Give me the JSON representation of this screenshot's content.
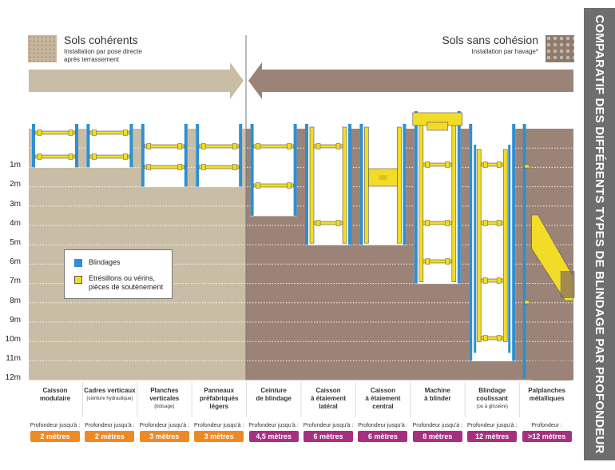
{
  "title": "COMPARATIF DES DIFFÉRENTS TYPES DE BLINDAGE PAR PROFONDEUR",
  "left_header": {
    "title": "Sols cohérents",
    "subtitle_line1": "Installation par pose directe",
    "subtitle_line2": "après terrassement"
  },
  "right_header": {
    "title": "Sols sans cohésion",
    "subtitle": "Installation par havage*"
  },
  "depth_labels": [
    "1m",
    "2m",
    "3m",
    "4m",
    "5m",
    "6m",
    "7m",
    "8m",
    "9m",
    "10m",
    "11m",
    "12m"
  ],
  "legend": {
    "blindage": "Blindages",
    "etresillons_line1": "Etrésillons ou vérins,",
    "etresillons_line2": "pièces de soutènement"
  },
  "columns": [
    {
      "name1": "Caisson",
      "name2": "modulaire",
      "note": "",
      "prof_label": "Profondeur jusqu'à :",
      "value": "2 mètres",
      "depth": 2
    },
    {
      "name1": "Cadres verticaux",
      "name2": "",
      "note": "(ceinture hydraulique)",
      "prof_label": "Profondeur jusqu'à :",
      "value": "2 mètres",
      "depth": 2
    },
    {
      "name1": "Planches",
      "name2": "verticales",
      "note": "(boisage)",
      "prof_label": "Profondeur jusqu'à :",
      "value": "3 mètres",
      "depth": 3
    },
    {
      "name1": "Panneaux",
      "name2": "préfabriqués légers",
      "note": "",
      "prof_label": "Profondeur jusqu'à :",
      "value": "3 mètres",
      "depth": 3
    },
    {
      "name1": "Ceinture",
      "name2": "de blindage",
      "note": "",
      "prof_label": "Profondeur jusqu'à :",
      "value": "4,5 mètres",
      "depth": 4.5
    },
    {
      "name1": "Caisson",
      "name2": "à étaiement latéral",
      "note": "",
      "prof_label": "Profondeur jusqu'à :",
      "value": "6 mètres",
      "depth": 6
    },
    {
      "name1": "Caisson",
      "name2": "à étaiement central",
      "note": "",
      "prof_label": "Profondeur jusqu'à :",
      "value": "6 mètres",
      "depth": 6
    },
    {
      "name1": "Machine",
      "name2": "à blinder",
      "note": "",
      "prof_label": "Profondeur jusqu'à :",
      "value": "8 mètres",
      "depth": 8
    },
    {
      "name1": "Blindage",
      "name2": "coulissant",
      "note": "(ou à glissière)",
      "prof_label": "Profondeur jusqu'à :",
      "value": "12 mètres",
      "depth": 12
    },
    {
      "name1": "Palplanches",
      "name2": "métalliques",
      "note": "",
      "prof_label": "Profondeur :",
      "value": ">12 mètres",
      "depth": 12
    }
  ],
  "colors": {
    "cohesive": "#c9bda6",
    "non_cohesive": "#9b8477",
    "blue": "#2f8fd0",
    "yellow": "#f3dc28",
    "orange": "#ee8a25",
    "magenta": "#a6307f",
    "title_bg": "#6e6e6e"
  }
}
